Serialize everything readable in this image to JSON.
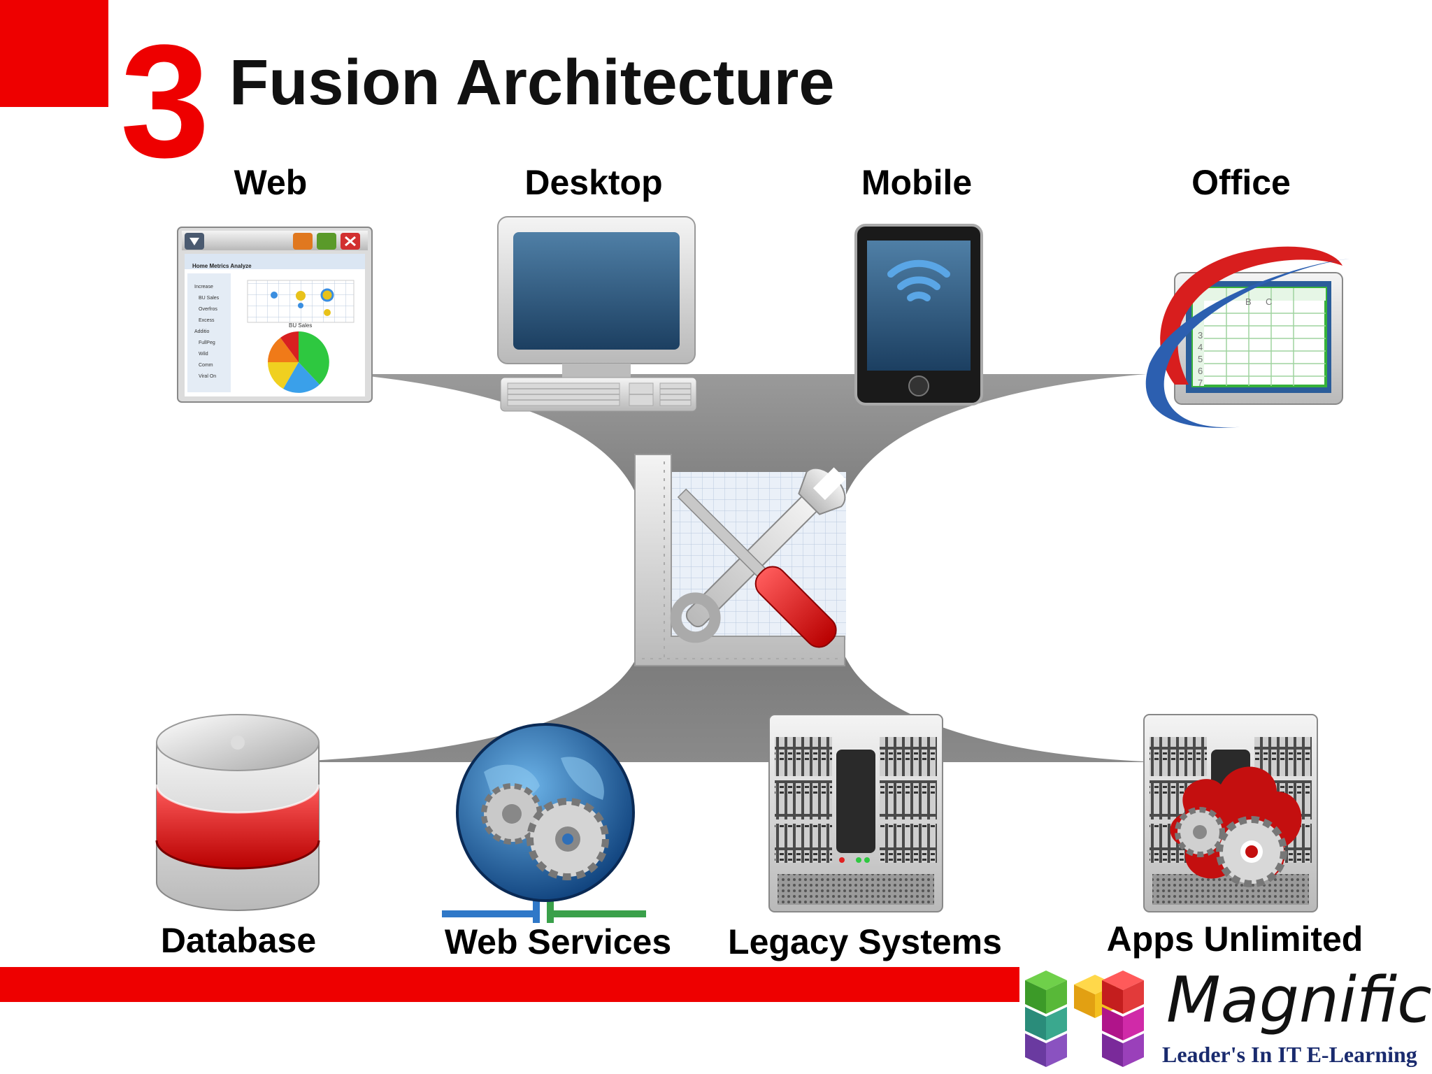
{
  "slide": {
    "number": "3",
    "title": "Fusion Architecture"
  },
  "top_items": [
    {
      "label": "Web",
      "icon": "browser-window-icon"
    },
    {
      "label": "Desktop",
      "icon": "desktop-computer-icon"
    },
    {
      "label": "Mobile",
      "icon": "tablet-icon"
    },
    {
      "label": "Office",
      "icon": "spreadsheet-office-icon"
    }
  ],
  "bottom_items": [
    {
      "label": "Database",
      "icon": "database-icon"
    },
    {
      "label": "Web Services",
      "icon": "globe-gears-icon"
    },
    {
      "label": "Legacy Systems",
      "icon": "server-rack-icon"
    },
    {
      "label": "Apps Unlimited",
      "icon": "server-gears-icon"
    }
  ],
  "center": {
    "icon": "tools-ruler-icon"
  },
  "web_window": {
    "menu": "Home  Metrics  Analyze",
    "list_items": [
      "Increase",
      "BU Sales",
      "Overfros",
      "Excess",
      "Additio",
      "FullPeg",
      "Wild",
      "Comm",
      "Viral On"
    ],
    "chart_caption": "BU Sales"
  },
  "spreadsheet": {
    "columns": [
      "B",
      "C"
    ],
    "rows": [
      "3",
      "4",
      "5",
      "6",
      "7"
    ]
  },
  "brand": {
    "name": "Magnific",
    "tagline": "Leader's In IT E-Learning"
  },
  "colors": {
    "accent": "#ee0000",
    "connector": "#7f7f7f",
    "brand_tagline": "#1a2b6e"
  }
}
